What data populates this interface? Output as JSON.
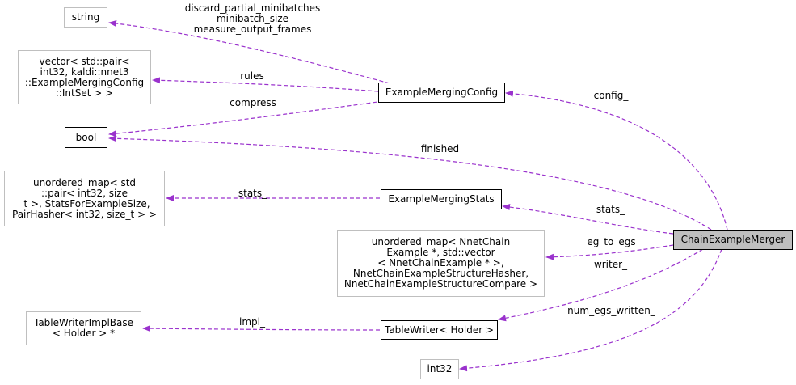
{
  "nodes": {
    "string": "string",
    "vector": "vector< std::pair<\nint32, kaldi::nnet3\n::ExampleMergingConfig\n::IntSet > >",
    "bool": "bool",
    "unordered_map_stats": "unordered_map< std\n::pair< int32, size\n_t >, StatsForExampleSize,\nPairHasher< int32, size_t > >",
    "unordered_map_egs": "unordered_map< NnetChain\nExample *, std::vector\n< NnetChainExample * >,\nNnetChainExampleStructureHasher,\nNnetChainExampleStructureCompare >",
    "tablewriter_impl": "TableWriterImplBase\n< Holder > *",
    "int32": "int32",
    "config": "ExampleMergingConfig",
    "stats": "ExampleMergingStats",
    "tablewriter": "TableWriter< Holder >",
    "merger": "ChainExampleMerger"
  },
  "edge_labels": {
    "config_string": "discard_partial_minibatches\nminibatch_size\nmeasure_output_frames",
    "rules": "rules",
    "compress": "compress",
    "config_": "config_",
    "finished_": "finished_",
    "stats_inner": "stats_",
    "stats_": "stats_",
    "eg_to_egs_": "eg_to_egs_",
    "writer_": "writer_",
    "impl_": "impl_",
    "num_egs_written_": "num_egs_written_"
  },
  "colors": {
    "edge": "#9a32cd",
    "focus_fill": "#bfbfbf",
    "grey_border": "#bfbfbf"
  }
}
